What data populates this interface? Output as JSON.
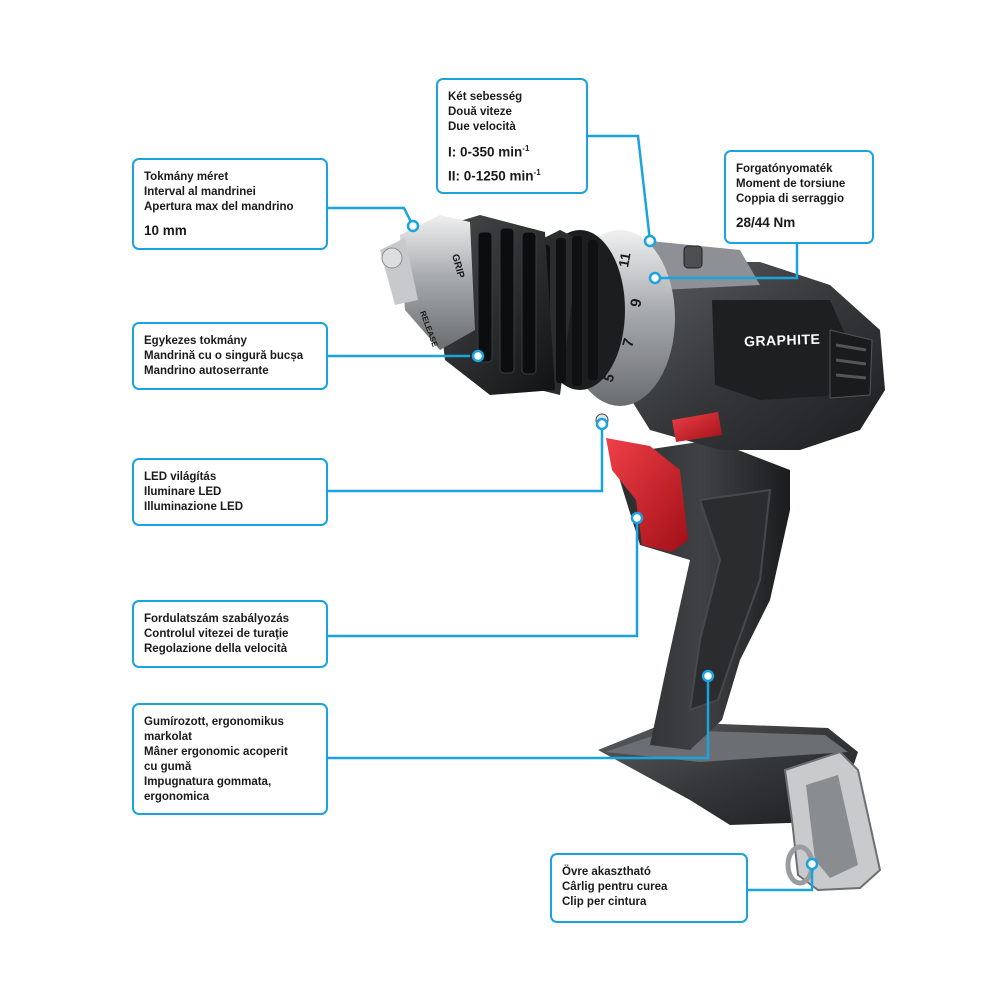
{
  "brand": {
    "logo_text": "GRAPHITE",
    "accent_color": "#1aa3de",
    "trigger_color": "#d8202a"
  },
  "dial_numbers": [
    "11",
    "9",
    "7",
    "5"
  ],
  "collar_labels": [
    "GRIP",
    "RELEASE"
  ],
  "callouts": {
    "chuck_size": {
      "lines": [
        "Tokmány méret",
        "Interval al mandrinei",
        "Apertura max del mandrino"
      ],
      "value": "10 mm"
    },
    "two_speeds": {
      "lines": [
        "Két sebesség",
        "Două viteze",
        "Due velocità"
      ],
      "speed1": "I: 0-350 min",
      "speed2": "II: 0-1250 min",
      "exp": "-1"
    },
    "torque": {
      "lines": [
        "Forgatónyomaték",
        "Moment de torsiune",
        "Coppia di serraggio"
      ],
      "value": "28/44 Nm"
    },
    "keyless_chuck": {
      "lines": [
        "Egykezes tokmány",
        "Mandrină cu o singură bucșa",
        "Mandrino autoserrante"
      ]
    },
    "led": {
      "lines": [
        "LED világítás",
        "Iluminare LED",
        "Illuminazione LED"
      ]
    },
    "speed_control": {
      "lines": [
        "Fordulatszám szabályozás",
        "Controlul vitezei de turaţie",
        "Regolazione della velocità"
      ]
    },
    "grip": {
      "lines": [
        "Gumírozott, ergonomikus",
        "markolat",
        "Mâner ergonomic acoperit",
        "cu gumă",
        "Impugnatura gommata,",
        "ergonomica"
      ]
    },
    "belt_clip": {
      "lines": [
        "Övre akasztható",
        "Cârlig pentru curea",
        "Clip per cintura"
      ]
    }
  }
}
